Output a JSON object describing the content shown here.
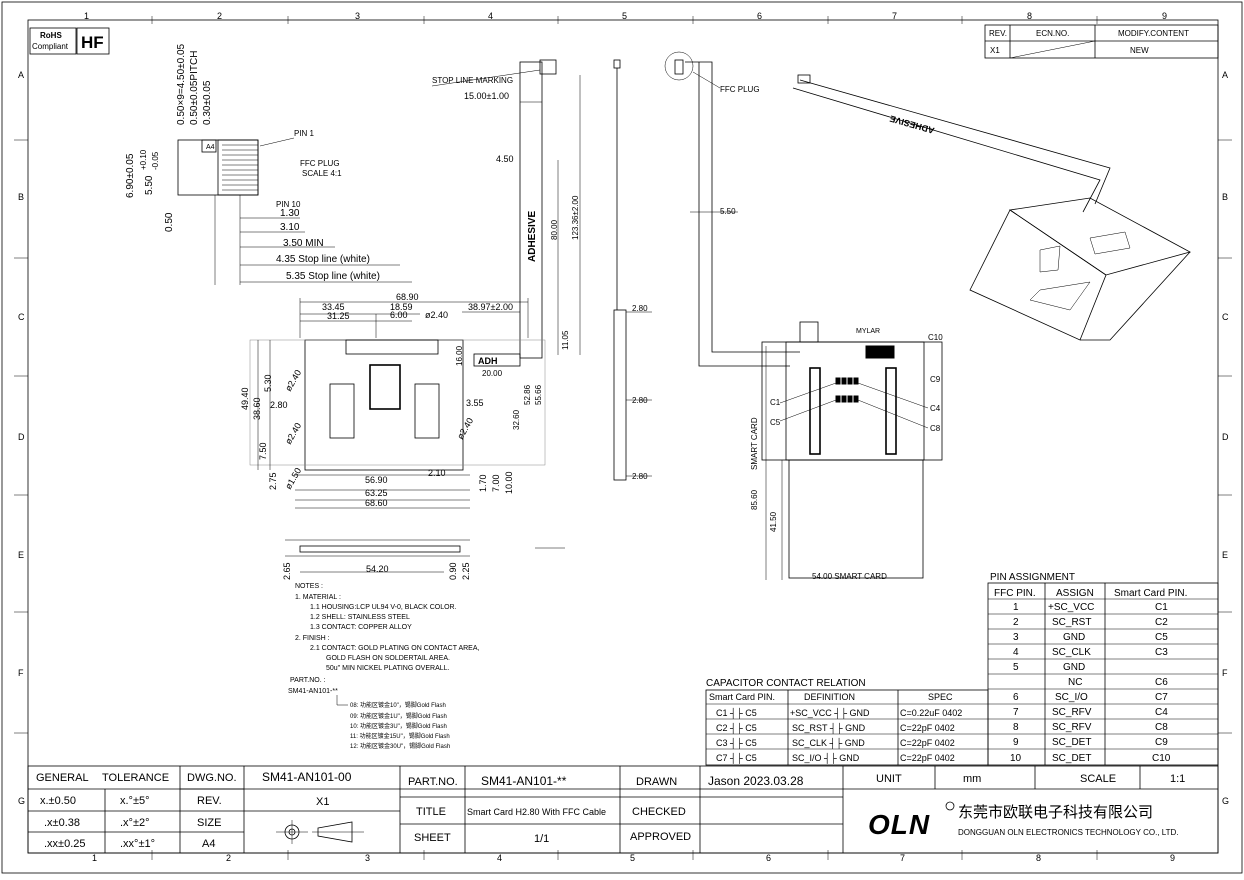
{
  "badges": {
    "rohs1": "RoHS",
    "rohs2": "Compliant",
    "hf": "HF"
  },
  "grid": {
    "top": [
      "1",
      "2",
      "3",
      "4",
      "5",
      "6",
      "7",
      "8",
      "9"
    ],
    "bottom": [
      "1",
      "2",
      "3",
      "4",
      "5",
      "6",
      "7",
      "8",
      "9"
    ],
    "rows": [
      "A",
      "B",
      "C",
      "D",
      "E",
      "F",
      "G"
    ]
  },
  "revision": {
    "h_rev": "REV.",
    "h_ecn": "ECN.NO.",
    "h_mod": "MODIFY.CONTENT",
    "rev": "X1",
    "ecn": "",
    "mod": "NEW"
  },
  "plug": {
    "pitch1": "0.50×9=4.50±0.05",
    "pitch2": "0.50±0.05PITCH",
    "pitch3": "0.30±0.05",
    "h1": "6.90±0.05",
    "h2": "5.50",
    "h2tol": "+0.10",
    "h2tol2": "-0.05",
    "h3": "0.50",
    "pin1": "PIN 1",
    "pin10": "PIN 10",
    "title1": "FFC PLUG",
    "title2": "SCALE 4:1",
    "d1": "1.30",
    "d2": "3.10",
    "d3": "3.50 MIN",
    "d4": "4.35 Stop line (white)",
    "d5": "5.35 Stop line (white)"
  },
  "cable": {
    "stop": "STOP LINE MARKING",
    "stopdim": "15.00±1.00",
    "w": "4.50",
    "adh": "ADHESIVE",
    "d80": "80.00",
    "dlen": "123.36±2.00",
    "adh2": "ADH",
    "d20": "20.00",
    "d16": "16.00",
    "d1105": "11.05",
    "d5286": "52.86",
    "d5566": "55.66",
    "d3260": "32.60"
  },
  "side": {
    "ffcplug": "FFC PLUG",
    "w550": "5.50",
    "t1": "2.80",
    "t2": "2.80",
    "t3": "2.80"
  },
  "front": {
    "d6890": "68.90",
    "d3345": "33.45",
    "d3125": "31.25",
    "d1859": "18.59",
    "d600": "6.00",
    "dphi1": "ø2.40",
    "d3897": "38.97±2.00",
    "d4940": "49.40",
    "d3860": "38.60",
    "d530": "5.30",
    "dphi2": "ø2.40",
    "d280": "2.80",
    "dphi3": "ø2.40",
    "d355": "3.55",
    "dphi4": "ø2.40",
    "d750": "7.50",
    "d275": "2.75",
    "dphi5": "ø1.50",
    "d210": "2.10",
    "d170": "1.70",
    "d700": "7.00",
    "d1000": "10.00",
    "d5690": "56.90",
    "d6325": "63.25",
    "d6860": "68.60",
    "d265": "2.65",
    "d5420": "54.20",
    "d090": "0.90",
    "d225": "2.25"
  },
  "notes": {
    "l0": "NOTES :",
    "l1": "1. MATERIAL :",
    "l2": "1.1 HOUSING:LCP UL94 V-0, BLACK COLOR.",
    "l3": "1.2 SHELL: STAINLESS STEEL",
    "l4": "1.3 CONTACT: COPPER ALLOY",
    "l5": "2. FINISH :",
    "l6": "2.1 CONTACT: GOLD PLATING ON CONTACT AREA,",
    "l7": "GOLD FLASH ON SOLDERTAIL AREA.",
    "l8": "50u\" MIN NICKEL PLATING OVERALL.",
    "pn_h": "PART.NO. :",
    "pn": "SM41-AN101-**",
    "o1": "08: 功能区镀金10\"，锡脚Gold Flash",
    "o2": "09: 功能区镀金1U\"，锡脚Gold Flash",
    "o3": "10: 功能区镀金3U\"，锡脚Gold Flash",
    "o4": "11: 功能区镀金15U\"，锡脚Gold Flash",
    "o5": "12: 功能区镀金30U\"，锡脚Gold Flash"
  },
  "card": {
    "mylar": "MYLAR",
    "c10": "C10",
    "c9": "C9",
    "c1": "C1",
    "c4": "C4",
    "c5": "C5",
    "c8": "C8",
    "sc": "SMART CARD",
    "d8560": "85.60",
    "d4150": "41.50",
    "d5400": "54.00 SMART CARD",
    "iso": "ADHESIVE"
  },
  "pinassign": {
    "title": "PIN ASSIGNMENT",
    "headers": [
      "FFC PIN.",
      "ASSIGN",
      "Smart Card PIN."
    ],
    "rows": [
      [
        "1",
        "+SC_VCC",
        "C1"
      ],
      [
        "2",
        "SC_RST",
        "C2"
      ],
      [
        "3",
        "GND",
        "C5"
      ],
      [
        "4",
        "SC_CLK",
        "C3"
      ],
      [
        "5",
        "GND",
        ""
      ],
      [
        "",
        "NC",
        "C6"
      ],
      [
        "6",
        "SC_I/O",
        "C7"
      ],
      [
        "7",
        "SC_RFV",
        "C4"
      ],
      [
        "8",
        "SC_RFV",
        "C8"
      ],
      [
        "9",
        "SC_DET",
        "C9"
      ],
      [
        "10",
        "SC_DET",
        "C10"
      ]
    ]
  },
  "capacitor": {
    "title": "CAPACITOR CONTACT RELATION",
    "headers": [
      "Smart Card PIN.",
      "DEFINITION",
      "SPEC"
    ],
    "rows": [
      [
        "C1 ┤├ C5",
        "+SC_VCC ┤├ GND",
        "C=0.22uF  0402"
      ],
      [
        "C2 ┤├ C5",
        "SC_RST ┤├ GND",
        "C=22pF    0402"
      ],
      [
        "C3 ┤├ C5",
        "SC_CLK ┤├ GND",
        "C=22pF    0402"
      ],
      [
        "C7 ┤├ C5",
        "SC_I/O ┤├ GND",
        "C=22pF    0402"
      ]
    ]
  },
  "titleblock": {
    "general": "GENERAL",
    "tolerance": "TOLERANCE",
    "t1a": "x.±0.50",
    "t1b": "x.°±5°",
    "t2a": ".x±0.38",
    "t2b": ".x°±2°",
    "t3a": ".xx±0.25",
    "t3b": ".xx°±1°",
    "dwgno_h": "DWG.NO.",
    "dwgno": "SM41-AN101-00",
    "rev_h": "REV.",
    "rev": "X1",
    "size_h": "SIZE",
    "size": "A4",
    "partno_h": "PART.NO.",
    "partno": "SM41-AN101-**",
    "title_h": "TITLE",
    "title": "Smart Card H2.80 With FFC Cable",
    "sheet_h": "SHEET",
    "sheet": "1/1",
    "drawn_h": "DRAWN",
    "drawn": "Jason  2023.03.28",
    "checked_h": "CHECKED",
    "approved_h": "APPROVED",
    "unit_h": "UNIT",
    "unit": "mm",
    "scale_h": "SCALE",
    "scale": "1:1",
    "logo": "OLN",
    "company_cn": "东莞市欧联电子科技有限公司",
    "company_en": "DONGGUAN OLN ELECTRONICS TECHNOLOGY CO., LTD."
  }
}
